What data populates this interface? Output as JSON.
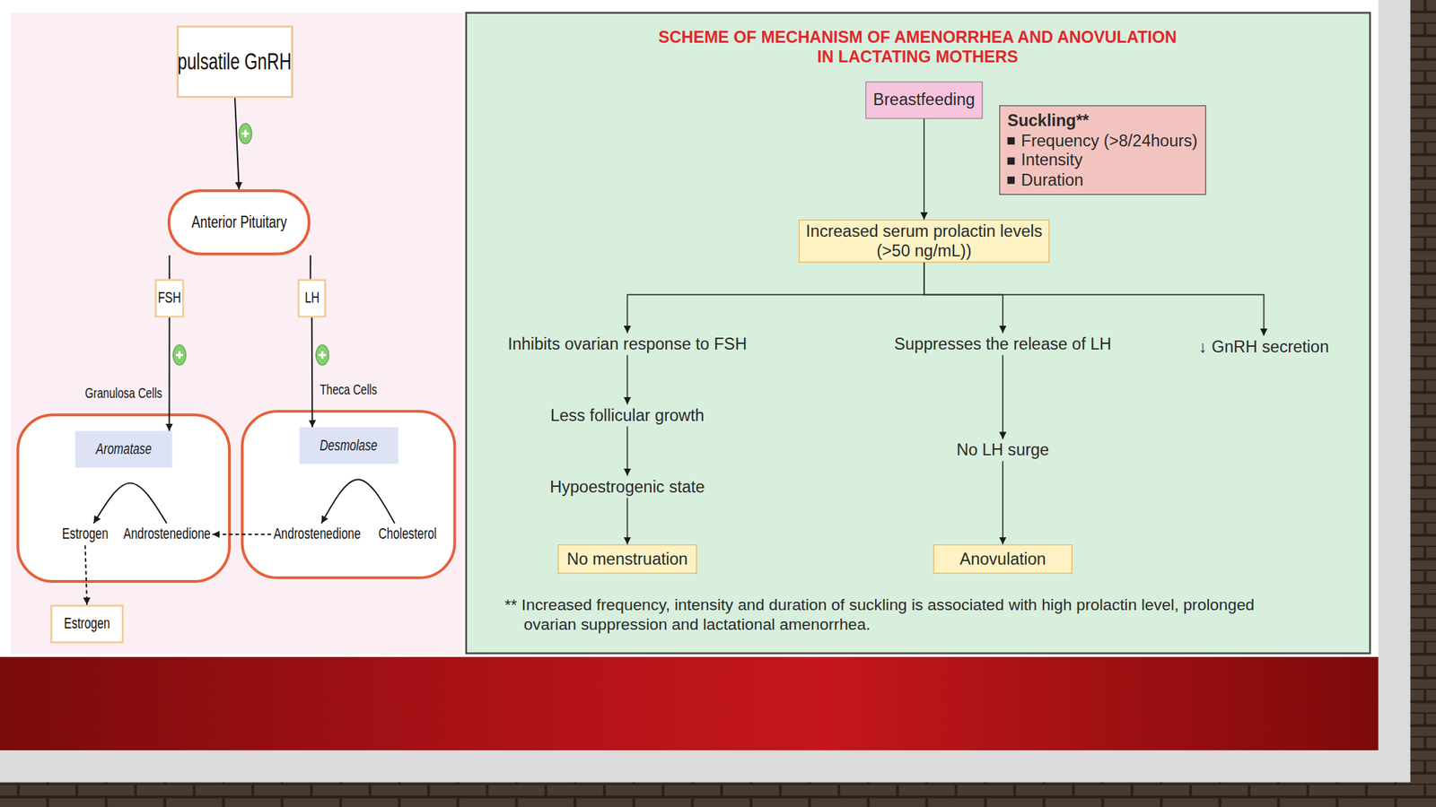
{
  "diagram": {
    "title": "SCHEME OF MECHANISM OF AMENORRHEA AND ANOVULATION IN LACTATING MOTHERS",
    "nodes": [
      {
        "text": [
          "pulsatile GnRH"
        ]
      },
      {
        "text": [
          "Anterior Pituitary"
        ]
      },
      {
        "text": [
          "FSH"
        ]
      },
      {
        "text": [
          "LH"
        ]
      },
      {
        "text": [
          "Granulosa Cells"
        ]
      },
      {
        "text": [
          "Aromatase"
        ],
        "in": 4
      },
      {
        "text": [
          "Estrogen"
        ],
        "in": 4
      },
      {
        "text": [
          "Androstenedione"
        ],
        "in": 4
      },
      {
        "text": [
          "Theca Cells"
        ]
      },
      {
        "text": [
          "Desmolase"
        ],
        "in": 8
      },
      {
        "text": [
          "Androstenedione"
        ],
        "in": 8
      },
      {
        "text": [
          "Cholesterol"
        ],
        "in": 8
      },
      {
        "text": [
          "Estrogen"
        ]
      },
      {
        "text": [
          "Breastfeeding"
        ]
      },
      {
        "text": [
          "Suckling**",
          "Frequency (>8/24hours)",
          "Intensity",
          "Duration"
        ]
      },
      {
        "text": [
          "Increased serum prolactin levels (>50 ng/mL))"
        ]
      },
      {
        "text": [
          "Inhibits ovarian response to FSH"
        ]
      },
      {
        "text": [
          "Suppresses the release of LH"
        ]
      },
      {
        "text": [
          "↓ GnRH secretion"
        ]
      },
      {
        "text": [
          "Less follicular growth"
        ]
      },
      {
        "text": [
          "No LH surge"
        ]
      },
      {
        "text": [
          "Hypoestrogenic state"
        ]
      },
      {
        "text": [
          "No menstruation"
        ]
      },
      {
        "text": [
          "Anovulation"
        ]
      }
    ],
    "edges": [
      {
        "from": 0,
        "to": 1,
        "arrow": "to"
      },
      {
        "from": 1,
        "to": 2,
        "arrow": "none"
      },
      {
        "from": 1,
        "to": 3,
        "arrow": "none"
      },
      {
        "from": 2,
        "to": 5,
        "arrow": "to"
      },
      {
        "from": 3,
        "to": 9,
        "arrow": "to"
      },
      {
        "from": 11,
        "to": 10,
        "arrow": "to"
      },
      {
        "from": 10,
        "to": 7,
        "arrow": "to"
      },
      {
        "from": 7,
        "to": 6,
        "arrow": "to"
      },
      {
        "from": 6,
        "to": 12,
        "arrow": "to"
      },
      {
        "from": 13,
        "to": 15,
        "arrow": "to"
      },
      {
        "from": 15,
        "to": 16,
        "arrow": "to"
      },
      {
        "from": 15,
        "to": 17,
        "arrow": "to"
      },
      {
        "from": 15,
        "to": 18,
        "arrow": "to"
      },
      {
        "from": 16,
        "to": 19,
        "arrow": "to"
      },
      {
        "from": 19,
        "to": 21,
        "arrow": "to"
      },
      {
        "from": 21,
        "to": 22,
        "arrow": "to"
      },
      {
        "from": 17,
        "to": 20,
        "arrow": "to"
      },
      {
        "from": 20,
        "to": 23,
        "arrow": "to"
      }
    ],
    "labels": [
      "** Increased frequency, intensity and duration of suckling is associated with high prolactin level, prolonged ovarian suppression and lactational amenorrhea."
    ]
  }
}
